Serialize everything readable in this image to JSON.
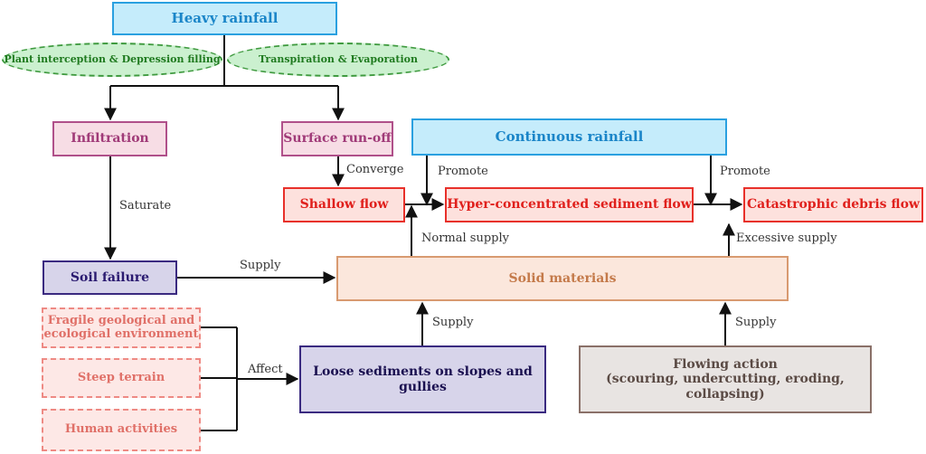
{
  "nodes": {
    "heavy_rainfall": "Heavy rainfall",
    "plant_interception": "Plant interception & Depression filling",
    "transpiration": "Transpiration & Evaporation",
    "infiltration": "Infiltration",
    "surface_runoff": "Surface run-off",
    "continuous_rainfall": "Continuous rainfall",
    "shallow_flow": "Shallow flow",
    "hyper_flow": "Hyper-concentrated sediment flow",
    "catastrophic_flow": "Catastrophic debris flow",
    "soil_failure": "Soil failure",
    "solid_materials": "Solid materials",
    "fragile_env": "Fragile geological and ecological environment",
    "steep_terrain": "Steep terrain",
    "human_activities": "Human activities",
    "loose_sediments": "Loose sediments on slopes and gullies",
    "flowing_action": "Flowing action",
    "flowing_action_detail": "(scouring, undercutting, eroding, collapsing)"
  },
  "edge_labels": {
    "saturate": "Saturate",
    "converge": "Converge",
    "promote_1": "Promote",
    "promote_2": "Promote",
    "normal_supply": "Normal supply",
    "excessive_supply": "Excessive supply",
    "supply_soil": "Supply",
    "supply_loose": "Supply",
    "supply_flowing": "Supply",
    "affect": "Affect"
  },
  "colors": {
    "blue": "#2aa0e0",
    "green": "#3f9a3f",
    "magenta": "#b0508a",
    "red": "#e8302a",
    "purple": "#3a2a80",
    "orange": "#d89a70",
    "pink": "#ee8a84",
    "brown": "#8a7068",
    "edge": "#111111"
  }
}
